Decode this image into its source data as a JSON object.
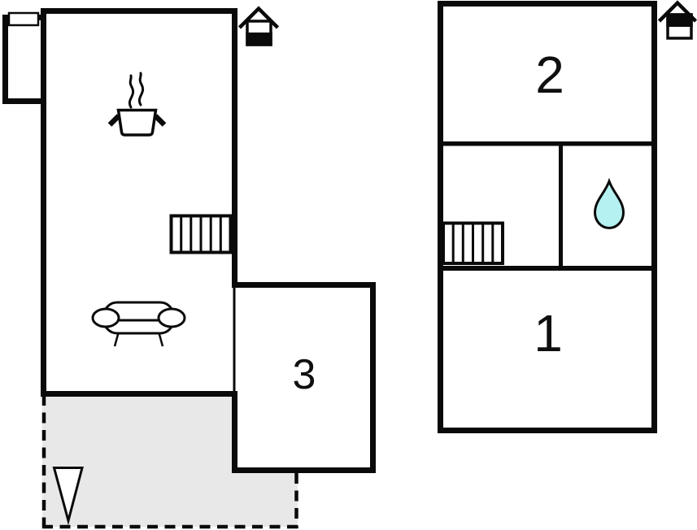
{
  "colors": {
    "wall": "#0a0a0a",
    "background": "#ffffff",
    "terrace": "#e8e8e8",
    "water_drop": "#b5f1f1",
    "steam": "#9a9a9a"
  },
  "ground_floor": {
    "floor_indicator": "lower-level-highlighted",
    "room_3_label": "3",
    "icons": [
      "house-level-icon",
      "window",
      "cooking-pot",
      "steam",
      "stairs",
      "sofa",
      "terrace-triangle-marker",
      "water-drop-none"
    ]
  },
  "upper_floor": {
    "floor_indicator": "upper-level-highlighted",
    "room_1_label": "1",
    "room_2_label": "2",
    "icons": [
      "house-level-icon",
      "stairs",
      "water-drop"
    ]
  }
}
